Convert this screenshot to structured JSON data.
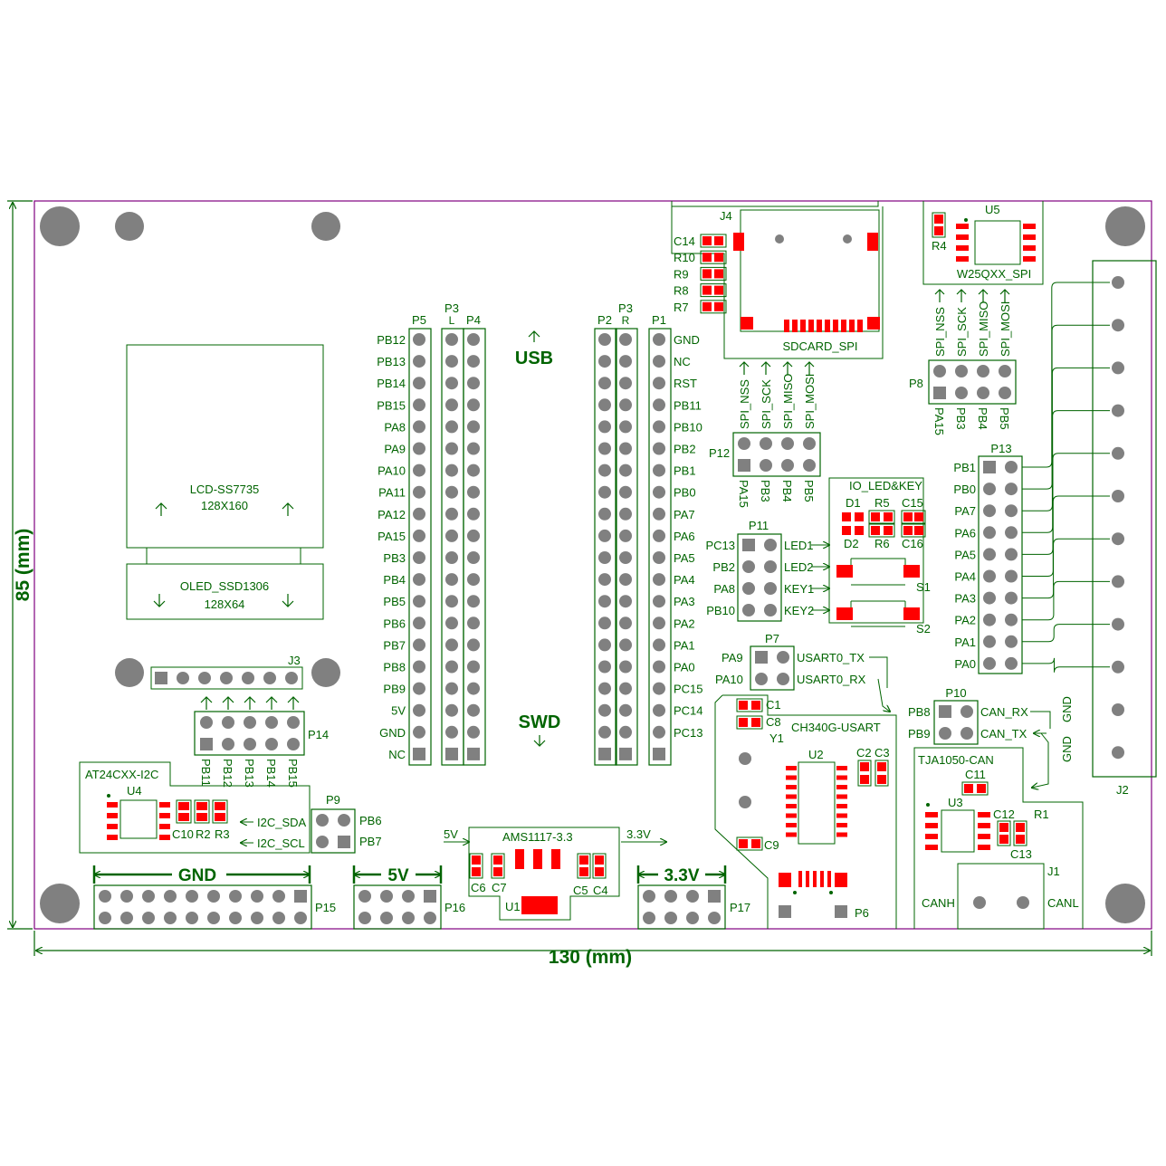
{
  "colors": {
    "outline": "#800080",
    "silk": "#006400",
    "pad": "#808080",
    "smd": "#ff0000",
    "background": "#ffffff"
  },
  "dims": {
    "width": "130 (mm)",
    "height": "85 (mm)"
  },
  "headers": {
    "usb": "USB",
    "swd": "SWD",
    "p5": "P5",
    "p3_left_title": "P3",
    "p3_left_sub": "L",
    "p4": "P4",
    "p2": "P2",
    "p3_right_title": "P3",
    "p3_right_sub": "R",
    "p1": "P1",
    "left_pins": [
      "PB12",
      "PB13",
      "PB14",
      "PB15",
      "PA8",
      "PA9",
      "PA10",
      "PA11",
      "PA12",
      "PA15",
      "PB3",
      "PB4",
      "PB5",
      "PB6",
      "PB7",
      "PB8",
      "PB9",
      "5V",
      "GND",
      "NC"
    ],
    "right_pins": [
      "GND",
      "NC",
      "RST",
      "PB11",
      "PB10",
      "PB2",
      "PB1",
      "PB0",
      "PA7",
      "PA6",
      "PA5",
      "PA4",
      "PA3",
      "PA2",
      "PA1",
      "PA0",
      "PC15",
      "PC14",
      "PC13",
      ""
    ]
  },
  "lcd": {
    "title": "LCD-SS7735",
    "size": "128X160"
  },
  "oled": {
    "title": "OLED_SSD1306",
    "size": "128X64"
  },
  "j3": {
    "ref": "J3"
  },
  "p14": {
    "ref": "P14",
    "pins": [
      "PB11",
      "PB12",
      "PB13",
      "PB14",
      "PB15"
    ]
  },
  "at24": {
    "title": "AT24CXX-I2C",
    "u": "U4",
    "c10": "C10",
    "r2": "R2",
    "r3": "R3",
    "sda": "I2C_SDA",
    "scl": "I2C_SCL"
  },
  "p9": {
    "ref": "P9",
    "pb6": "PB6",
    "pb7": "PB7"
  },
  "p15": {
    "ref": "P15",
    "label": "GND"
  },
  "p16": {
    "ref": "P16",
    "label": "5V"
  },
  "p17": {
    "ref": "P17",
    "label": "3.3V"
  },
  "ams": {
    "title": "AMS1117-3.3",
    "vin": "5V",
    "vout": "3.3V",
    "u1": "U1",
    "c6": "C6",
    "c7": "C7",
    "c5": "C5",
    "c4": "C4"
  },
  "sdcard": {
    "title": "SDCARD_SPI",
    "j4": "J4",
    "parts": [
      "C14",
      "R10",
      "R9",
      "R8",
      "R7"
    ]
  },
  "p12": {
    "ref": "P12",
    "signals": [
      "SPI_NSS",
      "SPI_SCK",
      "SPI_MISO",
      "SPI_MOSI"
    ],
    "pins": [
      "PA15",
      "PB3",
      "PB4",
      "PB5"
    ]
  },
  "w25": {
    "title": "W25QXX_SPI",
    "u5": "U5",
    "r4": "R4"
  },
  "p8": {
    "ref": "P8",
    "signals": [
      "SPI_NSS",
      "SPI_SCK",
      "SPI_MISO",
      "SPI_MOSI"
    ],
    "pins": [
      "PA15",
      "PB3",
      "PB4",
      "PB5"
    ]
  },
  "p11": {
    "ref": "P11",
    "left": [
      "PC13",
      "PB2",
      "PA8",
      "PB10"
    ],
    "right": [
      "LED1",
      "LED2",
      "KEY1",
      "KEY2"
    ]
  },
  "ioled": {
    "title": "IO_LED&KEY",
    "d1": "D1",
    "r5": "R5",
    "c15": "C15",
    "d2": "D2",
    "r6": "R6",
    "c16": "C16",
    "s1": "S1",
    "s2": "S2"
  },
  "p7": {
    "ref": "P7",
    "pa9": "PA9",
    "pa10": "PA10",
    "tx": "USART0_TX",
    "rx": "USART0_RX"
  },
  "ch340": {
    "title": "CH340G-USART",
    "c1": "C1",
    "c8": "C8",
    "y1": "Y1",
    "u2": "U2",
    "c2": "C2",
    "c3": "C3",
    "c9": "C9",
    "p6": "P6"
  },
  "p13": {
    "ref": "P13",
    "pins": [
      "PB1",
      "PB0",
      "PA7",
      "PA6",
      "PA5",
      "PA4",
      "PA3",
      "PA2",
      "PA1",
      "PA0"
    ]
  },
  "p10": {
    "ref": "P10",
    "pb8": "PB8",
    "pb9": "PB9",
    "rx": "CAN_RX",
    "tx": "CAN_TX",
    "gnd1": "GND",
    "gnd2": "GND"
  },
  "tja": {
    "title": "TJA1050-CAN",
    "c11": "C11",
    "u3": "U3",
    "c12": "C12",
    "r1": "R1",
    "c13": "C13",
    "j1": "J1",
    "canh": "CANH",
    "canl": "CANL"
  },
  "j2": {
    "ref": "J2"
  }
}
